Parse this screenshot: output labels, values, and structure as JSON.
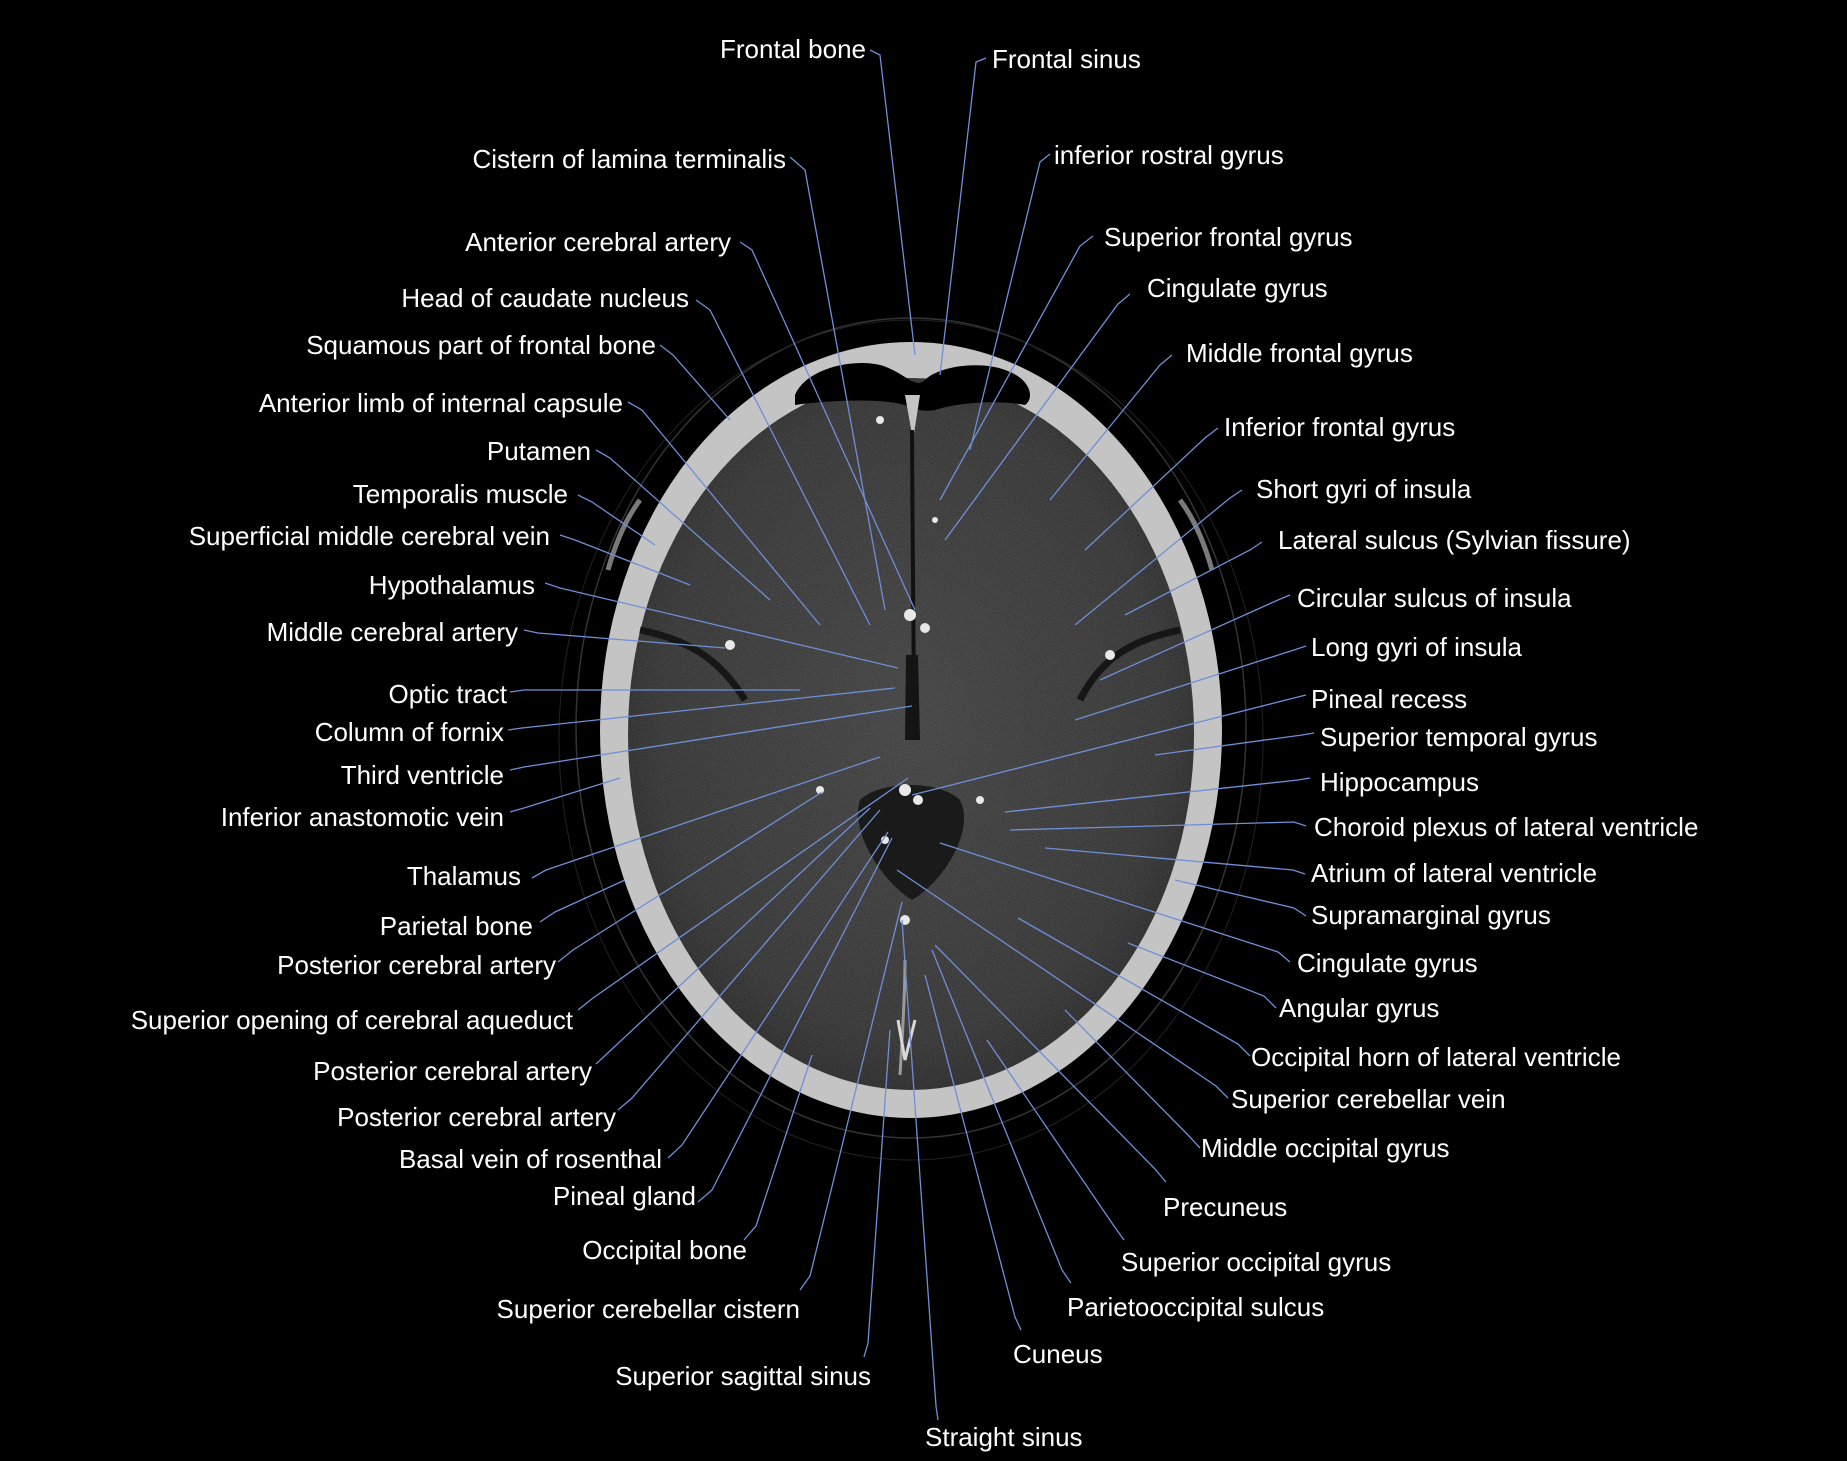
{
  "colors": {
    "background": "#000000",
    "label": "#ffffff",
    "leader": "#6f8fd6",
    "bone": "#c4c4c4",
    "brain": "#2e2e2e"
  },
  "labels": {
    "frontal_bone": "Frontal bone",
    "frontal_sinus": "Frontal sinus",
    "cistern_lamina_terminalis": "Cistern of lamina terminalis",
    "inferior_rostral_gyrus": "inferior rostral gyrus",
    "anterior_cerebral_artery": "Anterior cerebral artery",
    "superior_frontal_gyrus": "Superior frontal gyrus",
    "head_caudate_nucleus": "Head of caudate nucleus",
    "cingulate_gyrus_1": "Cingulate gyrus",
    "squamous_frontal_bone": "Squamous part of frontal bone",
    "middle_frontal_gyrus": "Middle frontal gyrus",
    "anterior_limb_internal_capsule": "Anterior limb of internal capsule",
    "inferior_frontal_gyrus": "Inferior frontal gyrus",
    "putamen": "Putamen",
    "short_gyri_insula": "Short gyri of insula",
    "temporalis_muscle": "Temporalis muscle",
    "lateral_sulcus": "Lateral sulcus (Sylvian fissure)",
    "superficial_middle_cerebral_vein": "Superficial middle cerebral vein",
    "circular_sulcus_insula": "Circular sulcus of insula",
    "hypothalamus": "Hypothalamus",
    "long_gyri_insula": "Long gyri of insula",
    "middle_cerebral_artery": "Middle cerebral artery",
    "pineal_recess": "Pineal recess",
    "optic_tract": "Optic tract",
    "superior_temporal_gyrus": "Superior temporal gyrus",
    "column_fornix": "Column of fornix",
    "hippocampus": "Hippocampus",
    "third_ventricle": "Third ventricle",
    "choroid_plexus": "Choroid plexus of lateral ventricle",
    "inferior_anastomotic_vein": "Inferior anastomotic vein",
    "atrium_lateral_ventricle": "Atrium of lateral ventricle",
    "thalamus": "Thalamus",
    "supramarginal_gyrus": "Supramarginal gyrus",
    "parietal_bone": "Parietal bone",
    "cingulate_gyrus_2": "Cingulate gyrus",
    "posterior_cerebral_artery_1": "Posterior cerebral artery",
    "angular_gyrus": "Angular gyrus",
    "superior_opening_aqueduct": "Superior opening of cerebral aqueduct",
    "occipital_horn": "Occipital horn of lateral ventricle",
    "posterior_cerebral_artery_2": "Posterior cerebral artery",
    "superior_cerebellar_vein": "Superior cerebellar vein",
    "posterior_cerebral_artery_3": "Posterior cerebral artery",
    "middle_occipital_gyrus": "Middle occipital gyrus",
    "basal_vein_rosenthal": "Basal vein of rosenthal",
    "precuneus": "Precuneus",
    "pineal_gland": "Pineal gland",
    "superior_occipital_gyrus": "Superior occipital gyrus",
    "occipital_bone": "Occipital bone",
    "parietooccipital_sulcus": "Parietooccipital sulcus",
    "superior_cerebellar_cistern": "Superior cerebellar cistern",
    "cuneus": "Cuneus",
    "superior_sagittal_sinus": "Superior sagittal sinus",
    "straight_sinus": "Straight sinus"
  }
}
